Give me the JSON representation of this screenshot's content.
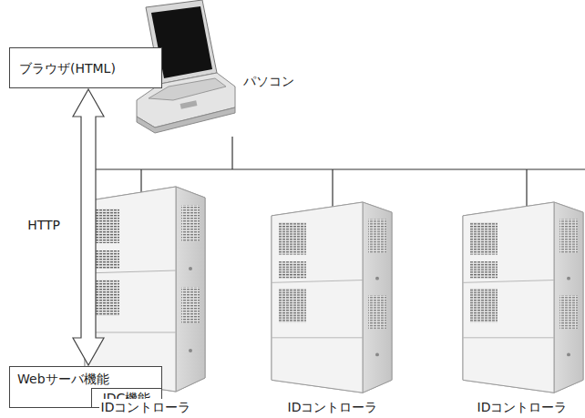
{
  "diagram": {
    "nodes": [
      {
        "text": [
          "ブラウザ(HTML)"
        ]
      },
      {
        "text": [
          "Webサーバ機能"
        ]
      },
      {
        "text": [
          "IDC機能"
        ],
        "in": 1
      }
    ],
    "edges": [
      {
        "from": 0,
        "to": 1,
        "arrow": "both",
        "label": "HTTP"
      }
    ],
    "labels": [
      "パソコン",
      "IDコントローラ",
      "IDコントローラ",
      "IDコントローラ"
    ]
  }
}
